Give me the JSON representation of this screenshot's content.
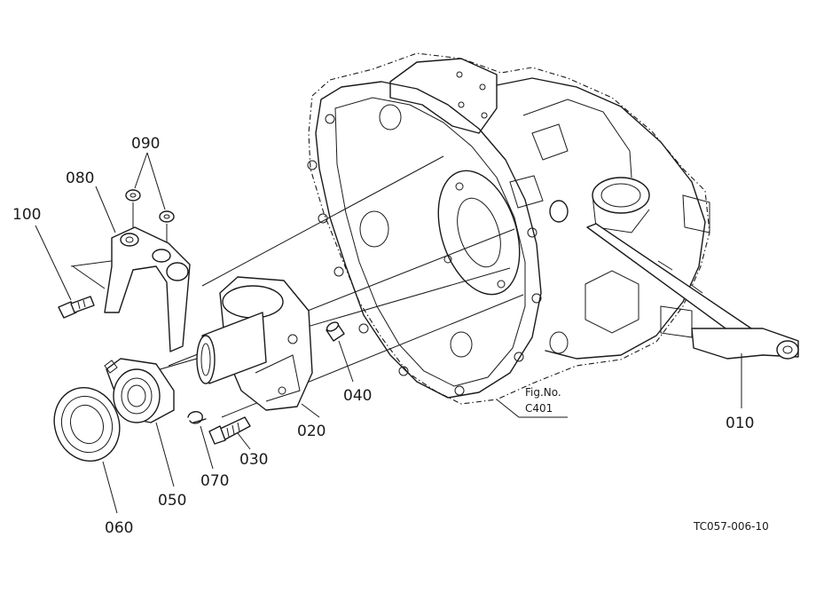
{
  "parts": [
    {
      "id": "010"
    },
    {
      "id": "020"
    },
    {
      "id": "030"
    },
    {
      "id": "040"
    },
    {
      "id": "050"
    },
    {
      "id": "060"
    },
    {
      "id": "070"
    },
    {
      "id": "080"
    },
    {
      "id": "090"
    },
    {
      "id": "100"
    }
  ],
  "figure_reference": {
    "line1": "Fig.No.",
    "line2": "C401"
  },
  "drawing_code": "TC057-006-10"
}
